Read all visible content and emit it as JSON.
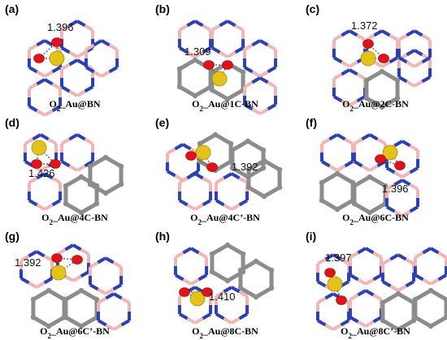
{
  "colors": {
    "boron": "#f2b5b5",
    "nitrogen": "#2c3fb4",
    "carbon": "#8c8c8c",
    "gold": "#e3c21a",
    "oxygen": "#e0121a",
    "dotted": "#666666"
  },
  "panels": [
    {
      "label": "(a)",
      "caption_prefix": "O",
      "caption_sub": "2",
      "caption_rest": "_Au@BN",
      "bond": "1.396"
    },
    {
      "label": "(b)",
      "caption_prefix": "O",
      "caption_sub": "2",
      "caption_rest": "_Au@1C-BN",
      "bond": "1.309"
    },
    {
      "label": "(c)",
      "caption_prefix": "O",
      "caption_sub": "2",
      "caption_rest": "_Au@2C-BN",
      "bond": "1.372"
    },
    {
      "label": "(d)",
      "caption_prefix": "O",
      "caption_sub": "2",
      "caption_rest": "_Au@4C-BN",
      "bond": "1.426"
    },
    {
      "label": "(e)",
      "caption_prefix": "O",
      "caption_sub": "2",
      "caption_rest": "_Au@4C’-BN",
      "bond": "1.392"
    },
    {
      "label": "(f)",
      "caption_prefix": "O",
      "caption_sub": "2",
      "caption_rest": "_Au@6C-BN",
      "bond": "1.396"
    },
    {
      "label": "(g)",
      "caption_prefix": "O",
      "caption_sub": "2",
      "caption_rest": "_Au@6C’-BN",
      "bond": "1.392"
    },
    {
      "label": "(h)",
      "caption_prefix": "O",
      "caption_sub": "2",
      "caption_rest": "_Au@8C-BN",
      "bond": "1.410"
    },
    {
      "label": "(i)",
      "caption_prefix": "O",
      "caption_sub": "2",
      "caption_rest": "_Au@8C’-BN",
      "bond": "1.397"
    }
  ]
}
